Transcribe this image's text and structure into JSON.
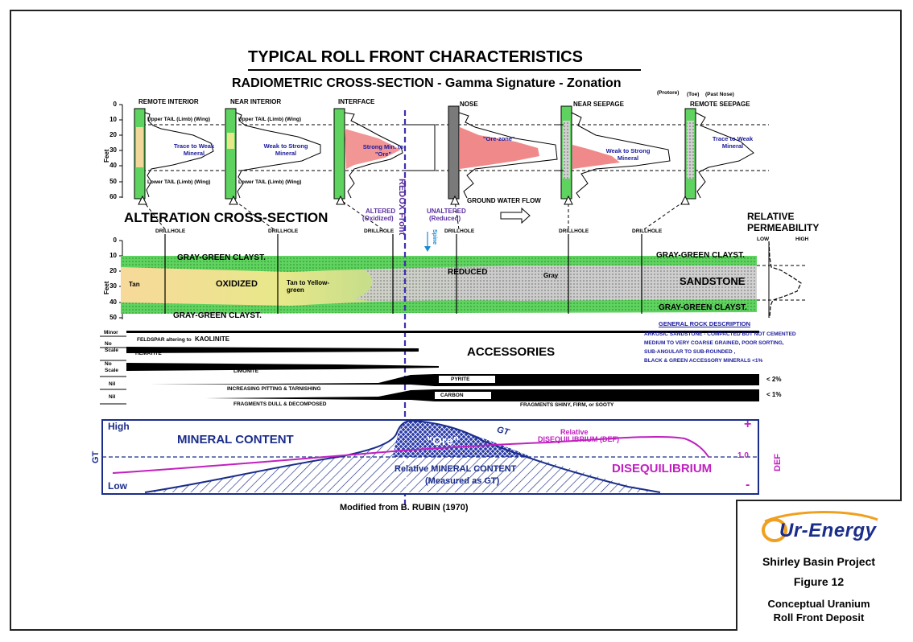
{
  "title": "TYPICAL ROLL FRONT CHARACTERISTICS",
  "subtitle": "RADIOMETRIC CROSS-SECTION -  Gamma Signature  - Zonation",
  "radiometric": {
    "zones": {
      "remote_interior": "REMOTE INTERIOR",
      "near_interior": "NEAR INTERIOR",
      "interface": "INTERFACE",
      "nose": "NOSE",
      "near_seepage": "NEAR SEEPAGE",
      "remote_seepage": "REMOTE  SEEPAGE"
    },
    "protore": "(Protore)",
    "toe": "(Toe)",
    "past_nose": "(Past Nose)",
    "upper_tail": "Upper TAIL (Limb) (Wing)",
    "lower_tail": "Lower TAIL (Limb) (Wing)",
    "trace_to_weak": "Trace to Weak Mineral",
    "weak_to_strong": "Weak to Strong Mineral",
    "strong_min_to_ore": "Strong Min. to \"Ore\"",
    "ore_zone": "\"Ore-zone\"",
    "weak_to_strong_2": "Weak to Strong Mineral",
    "trace_to_weak_2": "Trace to Weak Mineral",
    "feet_label": "Feet",
    "depth_ticks": [
      "0",
      "10",
      "20",
      "30",
      "40",
      "50",
      "60"
    ],
    "ground_water_flow": "GROUND WATER FLOW"
  },
  "alteration": {
    "heading": "ALTERATION CROSS-SECTION",
    "drillhole": "DRILLHOLE",
    "altered": "ALTERED",
    "oxidized": "(Oxidized)",
    "unaltered": "UNALTERED",
    "reduced_paren": "(Reduced)",
    "redox_front": "REDOX Front",
    "spine": "Spine",
    "upper_claystone": "GRAY-GREEN CLAYST.",
    "upper_claystone_right": "GRAY-GREEN CLAYST.",
    "lower_claystone": "GRAY-GREEN CLAYST.",
    "lower_claystone_right": "GRAY-GREEN CLAYST.",
    "tan": "Tan",
    "oxidized_label": "OXIDIZED",
    "tan_to_yellow_green": "Tan to Yellow-green",
    "reduced_label": "REDUCED",
    "gray": "Gray",
    "sandstone": "SANDSTONE",
    "relative_permeability": "RELATIVE PERMEABILITY",
    "low": "LOW",
    "high": "HIGH",
    "depth_ticks": [
      "0",
      "10",
      "20",
      "30",
      "40",
      "50"
    ],
    "feet_label": "Feet"
  },
  "rock_description": {
    "heading": "GENERAL ROCK DESCRIPTION",
    "lines": [
      "ARKOSIC  SANDSTONE - COMPACTED BUT NOT CEMENTED",
      "MEDIUM TO VERY COARSE GRAINED, POOR SORTING,",
      "SUB-ANGULAR TO SUB-ROUNDED ,",
      "BLACK & GREEN ACCESSORY MINERALS <1%"
    ]
  },
  "accessories": {
    "heading": "ACCESSORIES",
    "minor": "Minor",
    "no_scale_1": "No Scale",
    "no_scale_2": "No Scale",
    "nil_1": "Nil",
    "nil_2": "Nil",
    "feldspar": "FELDSPAR altering to",
    "kaolinite": "KAOLINITE",
    "hematite": "HEMATITE",
    "limonite": "LIMONITE",
    "pyrite": "PYRITE",
    "carbon": "CARBON",
    "pitting": "INCREASING PITTING & TARNISHING",
    "fragments_dull": "FRAGMENTS DULL & DECOMPOSED",
    "fragments_shiny": "FRAGMENTS SHINY, FIRM, or SOOTY",
    "lt_2": "< 2%",
    "lt_1": "< 1%"
  },
  "gt_chart": {
    "high": "High",
    "low": "Low",
    "gt_axis": "GT",
    "def_axis": "DEF",
    "plus": "+",
    "minus": "-",
    "one_point_zero": "1.0",
    "mineral_content": "MINERAL CONTENT",
    "ore": "\"Ore\"",
    "gt_curve": "GT",
    "relative_def_1": "Relative",
    "relative_def_2": "DISEQUILIBRIUM (DEF)",
    "relative_mineral": "Relative  MINERAL CONTENT",
    "measured_as_gt": "(Measured as GT)",
    "disequilibrium": "DISEQUILIBRIUM"
  },
  "credit": "Modified from B. RUBIN (1970)",
  "logo": {
    "brand": "Ur-Energy",
    "project": "Shirley Basin Project",
    "figure": "Figure 12",
    "caption_1": "Conceptual Uranium",
    "caption_2": "Roll Front Deposit"
  },
  "colors": {
    "green": "#5fd35f",
    "tan": "#f2d79a",
    "gray": "#bdbdbd",
    "ore_red": "#f08a8a",
    "redox_purple": "#3b2fb0",
    "gt_blue": "#1a2d8a",
    "def_magenta": "#c020c0"
  }
}
